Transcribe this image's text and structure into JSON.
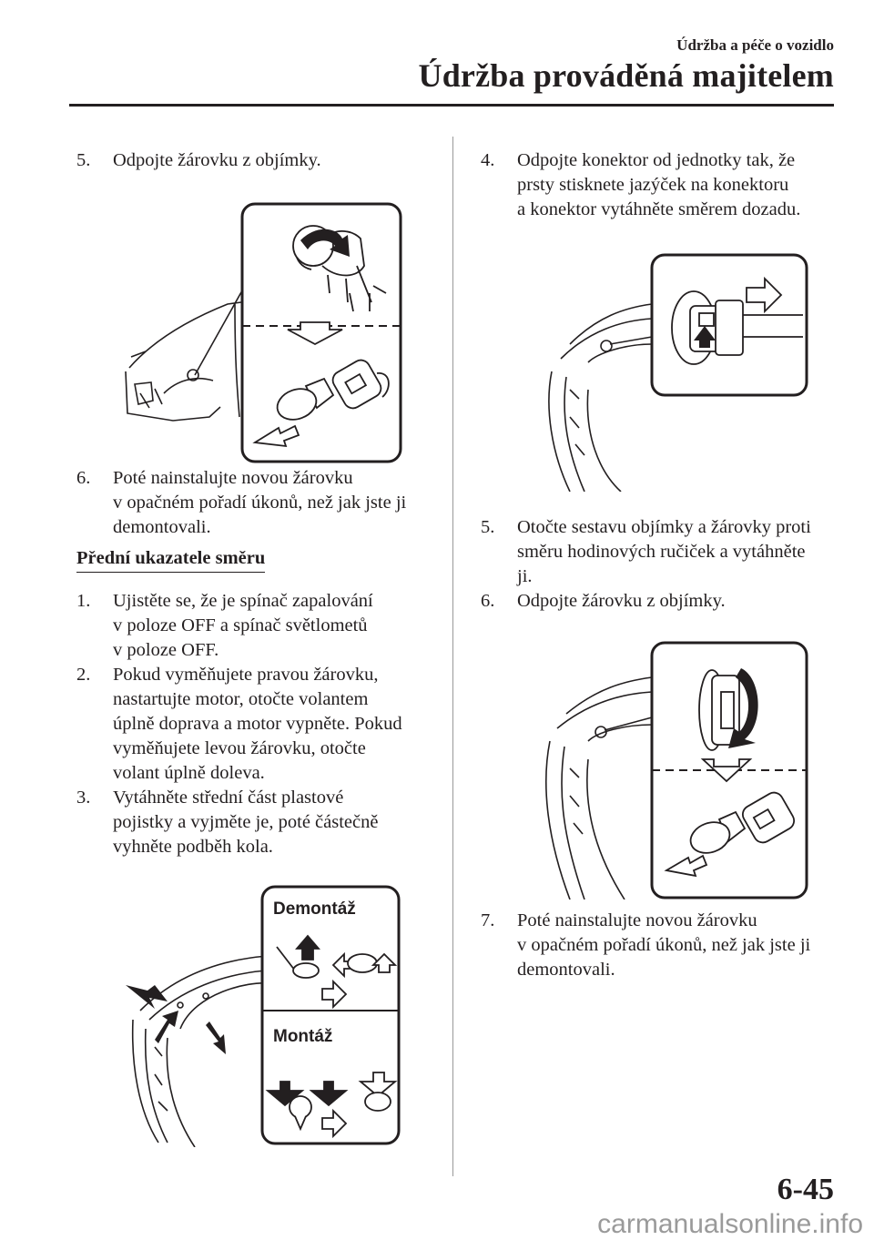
{
  "header": {
    "section": "Údržba a péče o vozidlo",
    "chapter": "Údržba prováděná majitelem"
  },
  "left": {
    "step5": {
      "num": "5.",
      "text": "Odpojte žárovku z objímky."
    },
    "step6": {
      "num": "6.",
      "lines": [
        "Poté nainstalujte novou žárovku",
        "v opačném pořadí úkonů, než jak jste ji",
        "demontovali."
      ]
    },
    "section_title": "Přední ukazatele směru",
    "step1": {
      "num": "1.",
      "lines": [
        "Ujistěte se, že je spínač zapalování",
        "v poloze OFF a spínač světlometů",
        "v poloze OFF."
      ]
    },
    "step2": {
      "num": "2.",
      "lines": [
        "Pokud vyměňujete pravou žárovku,",
        "nastartujte motor, otočte volantem",
        "úplně doprava a motor vypněte. Pokud",
        "vyměňujete levou žárovku, otočte",
        "volant úplně doleva."
      ]
    },
    "step3": {
      "num": "3.",
      "lines": [
        "Vytáhněte střední část plastové",
        "pojistky a vyjměte je, poté částečně",
        "vyhněte podběh kola."
      ]
    },
    "figure_labels": {
      "remove": "Demontáž",
      "install": "Montáž"
    }
  },
  "right": {
    "step4": {
      "num": "4.",
      "lines": [
        "Odpojte konektor od jednotky tak, že",
        "prsty stisknete jazýček na konektoru",
        "a konektor vytáhněte směrem dozadu."
      ]
    },
    "step5": {
      "num": "5.",
      "lines": [
        "Otočte sestavu objímky a žárovky proti",
        "směru hodinových ručiček a vytáhněte",
        "ji."
      ]
    },
    "step6": {
      "num": "6.",
      "text": "Odpojte žárovku z objímky."
    },
    "step7": {
      "num": "7.",
      "lines": [
        "Poté nainstalujte novou žárovku",
        "v opačném pořadí úkonů, než jak jste ji",
        "demontovali."
      ]
    }
  },
  "footer": {
    "page_number": "6-45",
    "watermark": "carmanualsonline.info"
  }
}
